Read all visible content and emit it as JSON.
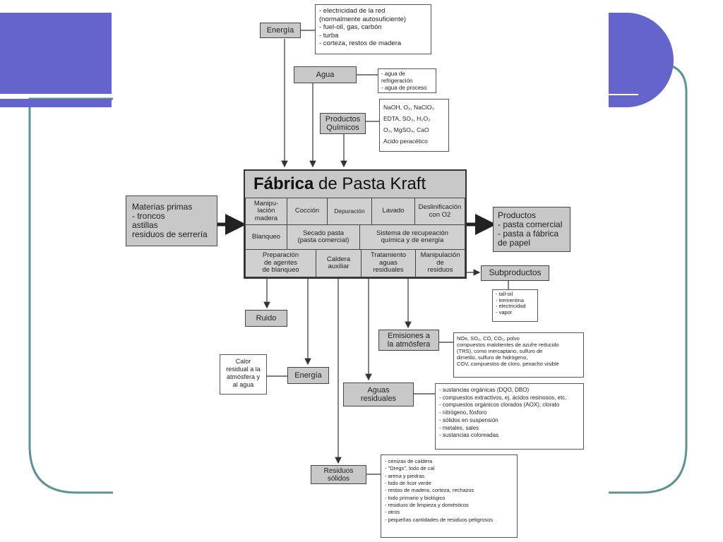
{
  "factory_title": {
    "bold": "Fábrica",
    "rest": " de Pasta Kraft"
  },
  "inputs": {
    "energia": {
      "label": "Energía",
      "items": [
        "- electricidad de la red",
        "  (normalmente autosuficiente)",
        "- fuel-oil, gas, carbón",
        "- turba",
        "- corteza, restos de madera"
      ]
    },
    "agua": {
      "label": "Agua",
      "items": [
        "- agua de",
        "  refrigeración",
        "- agua de proceso"
      ]
    },
    "productos_quimicos": {
      "label": "Productos\nQuímicos",
      "items": [
        "NaOH, O₂, NaClO₃",
        "EDTA, SO₂, H₂O₂",
        "O₃, MgSO₄, CaO",
        "Acido peracético"
      ]
    },
    "materias_primas": {
      "label": "Materias primas\n- troncos\n  astillas\n  residuos de serrería"
    }
  },
  "process_cells": [
    "Manipu-\nlación\nmadera",
    "Cocción",
    "Depuración",
    "Lavado",
    "Deslinificación\ncon O2",
    "Blanqueo",
    "Secado pasta\n(pasta comercial)",
    "Sistema de recupeación\nquímica y de energía",
    "Preparación\nde agentes\nde blanqueo",
    "Caldera\nauxiliar",
    "Tratamiento\naguas\nresiduales",
    "Manipulación\nde\nresiduos"
  ],
  "outputs": {
    "productos": {
      "label": "Productos\n- pasta comercial\n- pasta a fábrica\n  de papel"
    },
    "subproductos": {
      "label": "Subproductos",
      "items": [
        "- tall-oil",
        "- trementina",
        "- electricidad",
        "- vapor"
      ]
    },
    "ruido": {
      "label": "Ruido"
    },
    "emisiones": {
      "label": "Emisiones a\nla atmósfera",
      "items": [
        "NOx, SO₂, CO, CO₂, polvo",
        "compuestos malolientes de azufre reducido",
        "(TRS), como mercaptano, sulfuro de",
        "dimetilo, sulfuro de hidrógeno,",
        "COV, compuestos de cloro,   penacho visible"
      ]
    },
    "calor": {
      "label": "Calor\nresidual a la\natmósfera y\nal agua"
    },
    "energia_out": {
      "label": "Energía"
    },
    "aguas": {
      "label": "Aguas\nresiduales",
      "items": [
        "- sustancias orgánicas (DQO, DBO)",
        "- compuestos extractivos, ej. ácidos resinosos, etc.",
        "- compuestos orgánicos clorados (AOX); clorato",
        "- nitrógeno, fósforo",
        "- sólidos en suspensión",
        "- metales, sales",
        "- sustancias coloreadas"
      ]
    },
    "residuos": {
      "label": "Residuos\nsólidos",
      "items": [
        "- cenizas de caldera",
        "  - \"Dregs\",        lodo de cal",
        "- arena y piedras",
        "- lodo de licor verde",
        "- restos de madera, corteza, rechazos",
        "- lodo primario y biológico",
        "- residuos de limpieza y domésticos",
        "- otros",
        "- pequeñas cantidades de residuos peligrosos"
      ]
    }
  },
  "colors": {
    "accent": "#6464cc",
    "frame": "#5e9490",
    "box_fill": "#c8c8c8"
  }
}
